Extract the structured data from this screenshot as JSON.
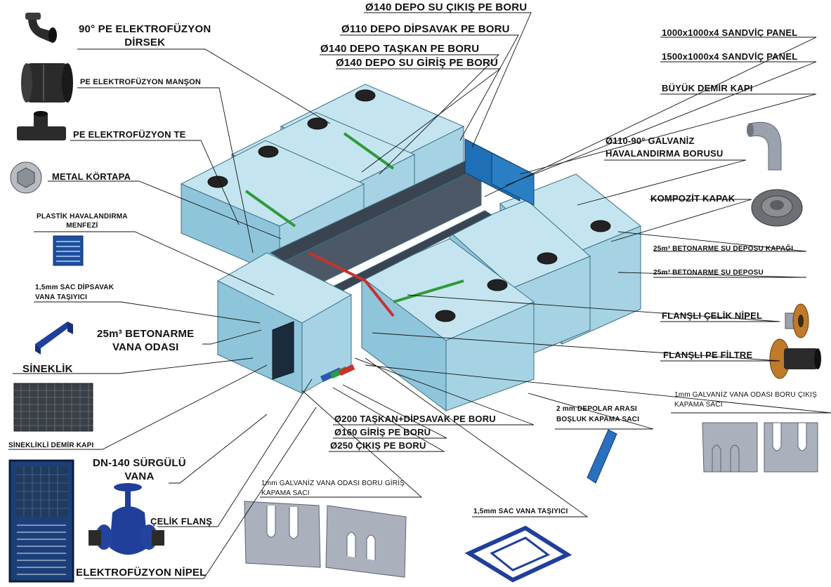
{
  "labels": {
    "elbow90": [
      "90° PE ELEKTROFÜZYON",
      "DİRSEK"
    ],
    "sleeve": "PE ELEKTROFÜZYON MANŞON",
    "tee": "PE ELEKTROFÜZYON TE",
    "plug": "METAL KÖRTAPA",
    "vent_grille": [
      "PLASTİK HAVALANDIRMA",
      "MENFEZİ"
    ],
    "drain_carrier": [
      "1,5mm SAC DİPSAVAK",
      "VANA TAŞIYICI"
    ],
    "valve_room": [
      "25m³ BETONARME",
      "VANA ODASI"
    ],
    "flyscreen": "SİNEKLİK",
    "screen_door": "SİNEKLİKLİ DEMİR KAPI",
    "gate_valve": [
      "DN-140 SÜRGÜLÜ",
      "VANA"
    ],
    "steel_flange": "ÇELİK FLANŞ",
    "ef_nipple": "ELEKTROFÜZYON NİPEL",
    "outlet140": "Ø140 DEPO SU ÇIKIŞ PE BORU",
    "drain110": "Ø110 DEPO DİPSAVAK PE BORU",
    "overflow140": "Ø140 DEPO TAŞKAN PE BORU",
    "inlet140": "Ø140 DEPO SU GİRİŞ PE BORU",
    "panel1000": "1000x1000x4 SANDVİÇ PANEL",
    "panel1500": "1500x1000x4 SANDVİÇ PANEL",
    "big_door": "BÜYÜK DEMİR KAPI",
    "vent_pipe": [
      "Ø110-90° GALVANİZ",
      "HAVALANDIRMA BORUSU"
    ],
    "composite_cover": "KOMPOZİT KAPAK",
    "tank_cover": "25m³ BETONARME SU DEPOSU KAPAĞI",
    "tank": "25m³ BETONARME SU DEPOSU",
    "flanged_steel_nipple": "FLANŞLI ÇELİK NİPEL",
    "flanged_pe_filter": "FLANŞLI PE FİLTRE",
    "outlet_plate": [
      "1mm GALVANİZ VANA ODASI BORU ÇIKIŞ",
      "KAPAMA SACI"
    ],
    "gap_plate": [
      "2 mm DEPOLAR ARASI",
      "BOŞLUK KAPAMA SACI"
    ],
    "overflow200": "Ø200 TAŞKAN+DİPSAVAK PE BORU",
    "inlet160": "Ø160 GİRİŞ PE BORU",
    "outlet250": "Ø250 ÇIKIŞ PE BORU",
    "inlet_plate": [
      "1mm GALVANİZ VANA ODASI BORU GİRİŞ",
      "KAPAMA SACI"
    ],
    "valve_carrier": "1,5mm SAC VANA TAŞIYICI"
  },
  "colors": {
    "tank_fill": "#a8d6e6",
    "tank_edge": "#3c6f86",
    "pe_part": "#2b2b2b",
    "panel_blue": "#1e6fb5",
    "gate_valve": "#1f3f9a",
    "galvanized": "#9aa3ad",
    "pipe_green": "#2f9a3a",
    "pipe_red": "#c8312c",
    "pipe_blue": "#2a57b7",
    "leader": "#111111"
  }
}
